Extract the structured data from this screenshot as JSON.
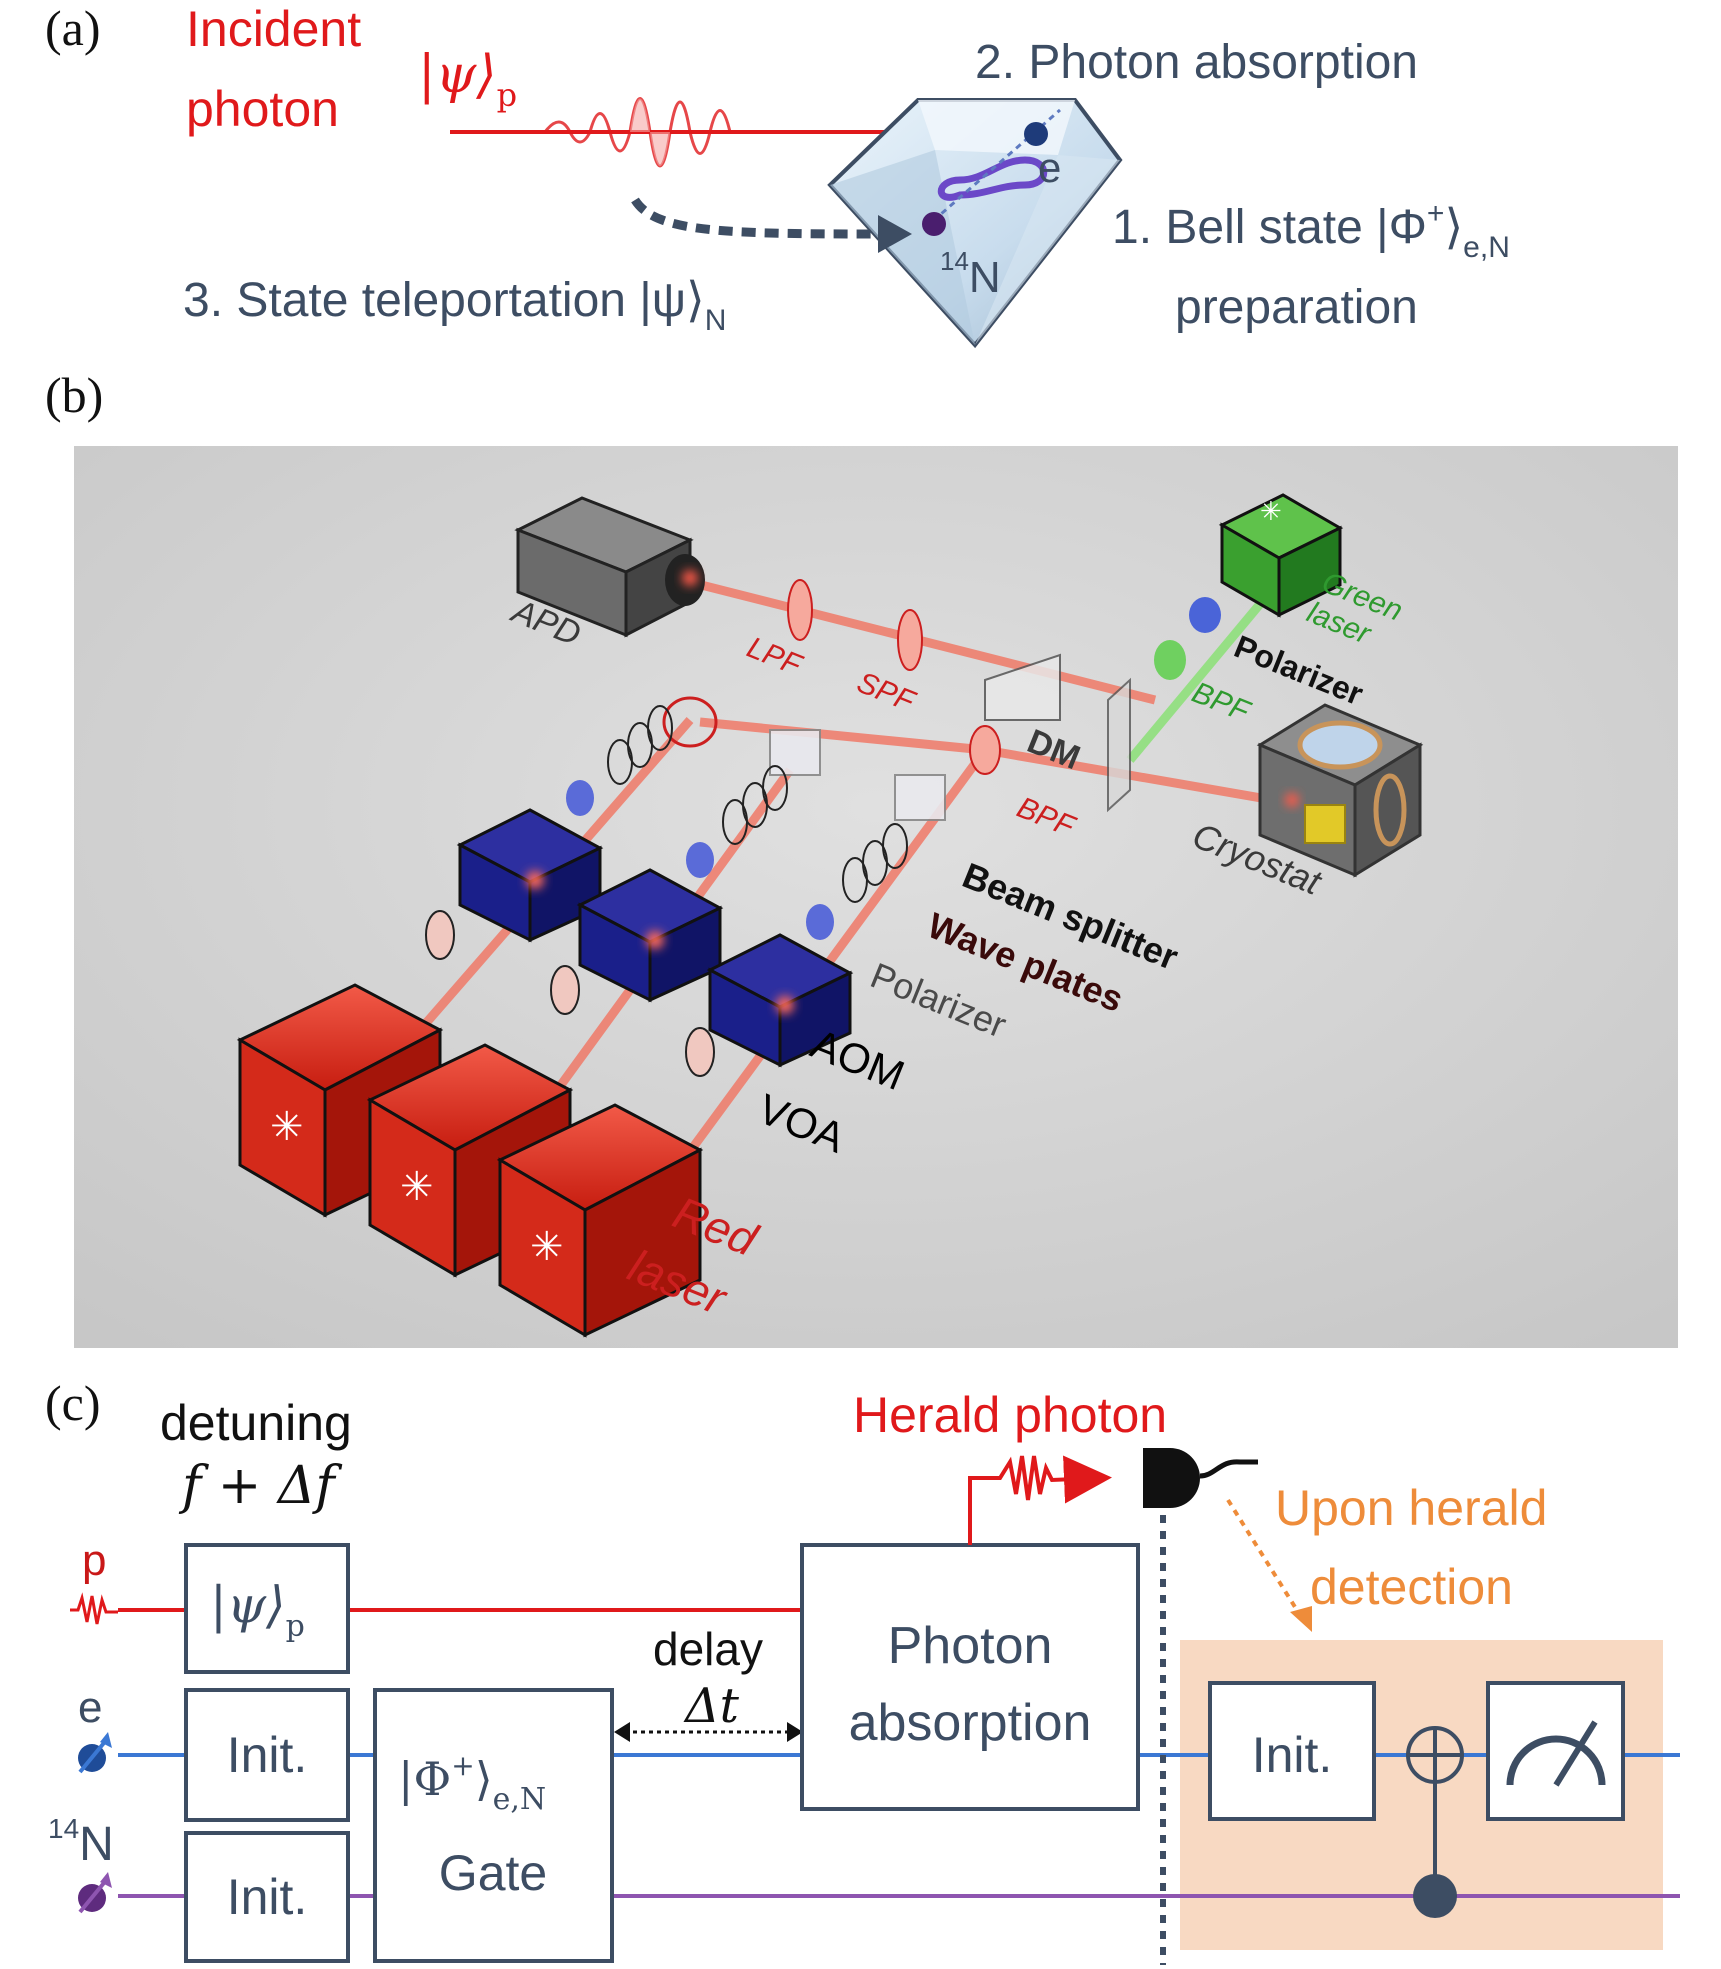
{
  "panel_a": {
    "label": "(a)",
    "incident_line1": "Incident",
    "incident_line2": "photon",
    "psi_p": "|ψ⟩",
    "psi_p_sub": "p",
    "step2": "2. Photon absorption",
    "step1_prefix": "1. Bell state |Φ",
    "step1_sup": "+",
    "step1_close": "⟩",
    "step1_sub": "e,N",
    "step1_line2": "preparation",
    "step3_prefix": "3. State teleportation |ψ⟩",
    "step3_sub": "N",
    "electron": "e",
    "n14_sup": "14",
    "n14": "N"
  },
  "panel_b": {
    "label": "(b)",
    "apd": "APD",
    "lpf": "LPF",
    "spf": "SPF",
    "dm": "DM",
    "bpf_red": "BPF",
    "beam_splitter": "Beam splitter",
    "wave_plates": "Wave plates",
    "polarizer_red": "Polarizer",
    "aom": "AOM",
    "voa": "VOA",
    "red_laser_1": "Red",
    "red_laser_2": "laser",
    "green_laser_1": "Green",
    "green_laser_2": "laser",
    "polarizer_green": "Polarizer",
    "bpf_green": "BPF",
    "cryostat": "Cryostat",
    "colors": {
      "red": "#cc1f1f",
      "green": "#2f9a2f",
      "blue": "#1a1f8a"
    }
  },
  "panel_c": {
    "label": "(c)",
    "detuning": "detuning",
    "detuning_formula": "f + Δf",
    "herald_photon": "Herald photon",
    "upon_1": "Upon herald",
    "upon_2": "detection",
    "wire_p": "p",
    "wire_e": "e",
    "wire_n_sup": "14",
    "wire_n": "N",
    "psi_p": "|ψ⟩",
    "psi_p_sub": "p",
    "init": "Init.",
    "gate_prefix": "|Φ",
    "gate_sup": "+",
    "gate_close": "⟩",
    "gate_sub": "e,N",
    "gate_word": "Gate",
    "delay": "delay",
    "delta_t": "Δt",
    "photon": "Photon",
    "absorption": "absorption",
    "colors": {
      "photon_wire": "#e0191b",
      "electron_wire": "#3b78d4",
      "nuclear_wire": "#8e55b0",
      "herald_region": "#f8d9c2",
      "orange": "#ee8c3a",
      "box": "#3d4d63"
    }
  }
}
